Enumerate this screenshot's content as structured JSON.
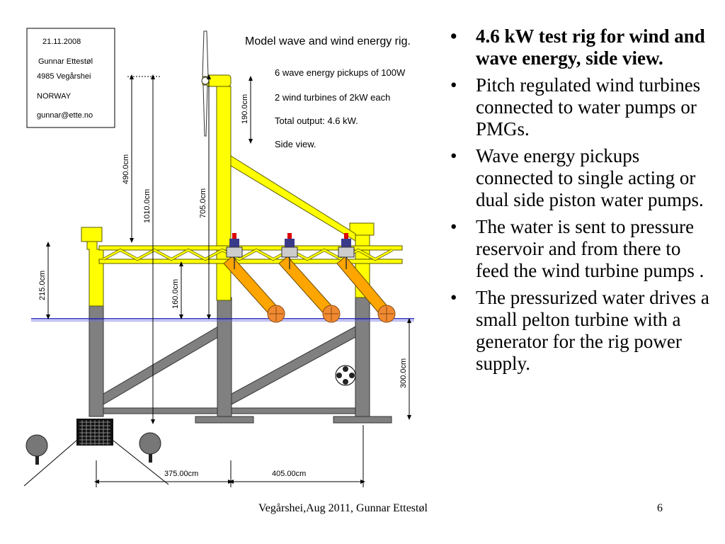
{
  "info_box": {
    "date": "21.11.2008",
    "name": "Gunnar Ettestøl",
    "address": "4985 Vegårshei",
    "country": "NORWAY",
    "email": "gunnar@ette.no"
  },
  "diagram": {
    "title": "Model wave and wind energy rig.",
    "notes": [
      "6 wave energy pickups of 100W",
      "2 wind turbines of 2kW each",
      "Total output: 4.6 kW.",
      "Side view."
    ],
    "dimensions": {
      "d190": "190.0cm",
      "d490": "490.0cm",
      "d1010": "1010.0cm",
      "d705": "705.0cm",
      "d215": "215.0cm",
      "d160": "160.0cm",
      "d300": "300.0cm",
      "d375": "375.00cm",
      "d405": "405.00cm"
    },
    "colors": {
      "structure": "#ffff00",
      "outline": "#5a5a00",
      "arm": "#ffa500",
      "float": "#f08a32",
      "leg": "#808080",
      "waterline": "#2020c0"
    }
  },
  "bullets": [
    {
      "text": "4.6 kW test rig for wind and wave energy,  side view.",
      "bold": true
    },
    {
      "text": "Pitch regulated wind turbines connected to water pumps or PMGs.",
      "bold": false
    },
    {
      "text": "Wave energy pickups connected to single acting or dual side piston water pumps.",
      "bold": false
    },
    {
      "text": "The water is sent to pressure reservoir and from there to feed the wind turbine pumps .",
      "bold": false
    },
    {
      "text": "The pressurized water drives a small pelton turbine with a generator for the rig power supply.",
      "bold": false
    }
  ],
  "footer": {
    "credit": "Vegårshei,Aug 2011, Gunnar Ettestøl",
    "page": "6"
  }
}
